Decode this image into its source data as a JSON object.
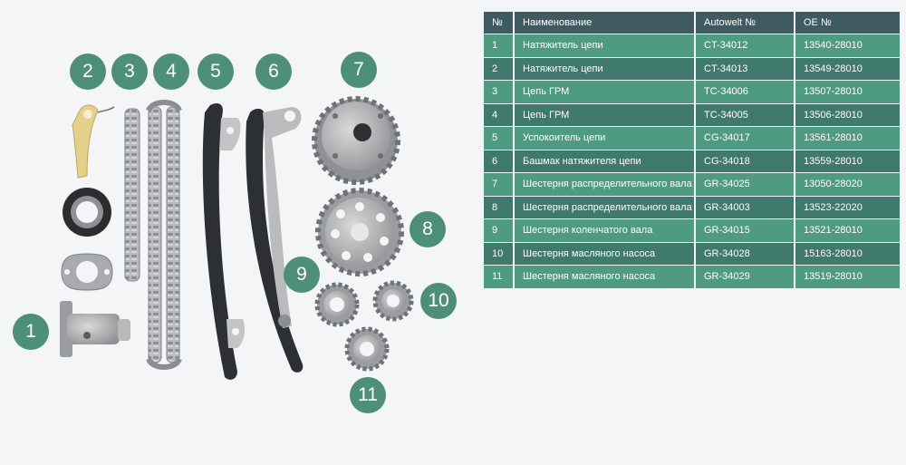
{
  "table": {
    "headers": [
      "№",
      "Наименование",
      "Autowelt №",
      "OE №"
    ],
    "rows": [
      [
        "1",
        "Натяжитель цепи",
        "CT-34012",
        "13540-28010"
      ],
      [
        "2",
        "Натяжитель цепи",
        "CT-34013",
        "13549-28010"
      ],
      [
        "3",
        "Цепь ГРМ",
        "TC-34006",
        "13507-28010"
      ],
      [
        "4",
        "Цепь ГРМ",
        "TC-34005",
        "13506-28010"
      ],
      [
        "5",
        "Успокоитель цепи",
        "CG-34017",
        "13561-28010"
      ],
      [
        "6",
        "Башмак натяжителя цепи",
        "CG-34018",
        "13559-28010"
      ],
      [
        "7",
        "Шестерня распределительного вала",
        "GR-34025",
        "13050-28020"
      ],
      [
        "8",
        "Шестерня распределительного вала",
        "GR-34003",
        "13523-22020"
      ],
      [
        "9",
        "Шестерня коленчатого вала",
        "GR-34015",
        "13521-28010"
      ],
      [
        "10",
        "Шестерня масляного насоса",
        "GR-34028",
        "15163-28010"
      ],
      [
        "11",
        "Шестерня масляного насоса",
        "GR-34029",
        "13519-28010"
      ]
    ]
  },
  "badges": [
    "1",
    "2",
    "3",
    "4",
    "5",
    "6",
    "7",
    "8",
    "9",
    "10",
    "11"
  ],
  "colors": {
    "badge": "#4e8f77",
    "header": "#3f5b61",
    "row_light": "#4f9b82",
    "row_dark": "#3f7a6c",
    "background": "#f4f5f6"
  }
}
